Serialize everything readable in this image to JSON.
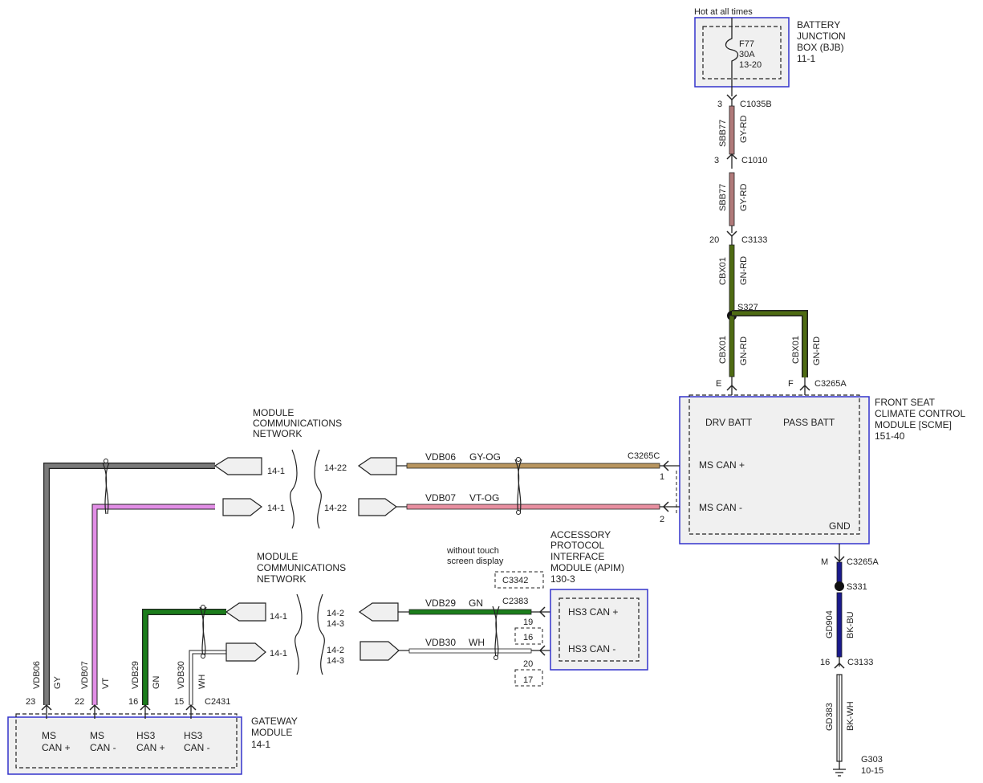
{
  "battery_junction_box": {
    "hot_label": "Hot at all times",
    "title_lines": [
      "BATTERY",
      "JUNCTION",
      "BOX (BJB)",
      "11-1"
    ],
    "fuse_lines": [
      "F77",
      "30A",
      "13-20"
    ]
  },
  "feed_circuit": {
    "c1035b_pin": "3",
    "c1035b": "C1035B",
    "c1010_pin": "3",
    "c1010": "C1010",
    "c3133_pin": "20",
    "c3133": "C3133",
    "circuit": "SBB77",
    "circuit_color": "GY-RD",
    "cbx_circuit": "CBX01",
    "cbx_color": "GN-RD",
    "splice": "S327"
  },
  "scme": {
    "title_lines": [
      "FRONT SEAT",
      "CLIMATE CONTROL",
      "MODULE [SCME]",
      "151-40"
    ],
    "pin_e": "E",
    "pin_f": "F",
    "connector_top": "C3265A",
    "drv_batt": "DRV BATT",
    "pass_batt": "PASS BATT",
    "ms_can_plus": "MS CAN +",
    "ms_can_minus": "MS CAN -",
    "gnd": "GND",
    "connector_can": "C3265C",
    "pin_1": "1",
    "pin_2": "2"
  },
  "ground_circuit": {
    "pin_m": "M",
    "connector": "C3265A",
    "splice": "S331",
    "circuit_1": "GD904",
    "color_1": "BK-BU",
    "c3133_pin": "16",
    "c3133": "C3133",
    "circuit_2": "GD383",
    "color_2": "BK-WH",
    "ground_lines": [
      "G303",
      "10-15"
    ]
  },
  "mcn_top": {
    "title_lines": [
      "MODULE",
      "COMMUNICATIONS",
      "NETWORK"
    ],
    "left_ref_1": "14-1",
    "left_ref_2": "14-1",
    "right_ref_1": "14-22",
    "right_ref_2": "14-22",
    "wire_1_circuit": "VDB06",
    "wire_1_color": "GY-OG",
    "wire_2_circuit": "VDB07",
    "wire_2_color": "VT-OG"
  },
  "mcn_bottom": {
    "title_lines": [
      "MODULE",
      "COMMUNICATIONS",
      "NETWORK"
    ],
    "left_ref_1": "14-1",
    "left_ref_2": "14-1",
    "right_ref_1a": "14-2",
    "right_ref_1b": "14-3",
    "right_ref_2a": "14-2",
    "right_ref_2b": "14-3",
    "wire_1_circuit": "VDB29",
    "wire_1_color": "GN",
    "wire_2_circuit": "VDB30",
    "wire_2_color": "WH"
  },
  "apim": {
    "note_lines": [
      "without touch",
      "screen display"
    ],
    "alt_connector": "C3342",
    "title_lines": [
      "ACCESSORY",
      "PROTOCOL",
      "INTERFACE",
      "MODULE (APIM)",
      "130-3"
    ],
    "connector": "C2383",
    "pin_19": "19",
    "pin_16": "16",
    "pin_20": "20",
    "pin_17": "17",
    "hs3_can_plus": "HS3 CAN +",
    "hs3_can_minus": "HS3 CAN -"
  },
  "gateway": {
    "title_lines": [
      "GATEWAY",
      "MODULE",
      "14-1"
    ],
    "connector": "C2431",
    "pins": [
      {
        "num": "23",
        "circuit": "VDB06",
        "color": "GY",
        "label_1": "MS",
        "label_2": "CAN +"
      },
      {
        "num": "22",
        "circuit": "VDB07",
        "color": "VT",
        "label_1": "MS",
        "label_2": "CAN -"
      },
      {
        "num": "16",
        "circuit": "VDB29",
        "color": "GN",
        "label_1": "HS3",
        "label_2": "CAN +"
      },
      {
        "num": "15",
        "circuit": "VDB30",
        "color": "WH",
        "label_1": "HS3",
        "label_2": "CAN -"
      }
    ]
  },
  "colors": {
    "wire_gy_rd": "#b07a7a",
    "wire_gn_rd": "#4e6b12",
    "wire_gy_og": "#b8955f",
    "wire_vt_og": "#e88fa0",
    "wire_gy": "#7a7a7a",
    "wire_vt": "#e28ee6",
    "wire_gn": "#1b7d1b",
    "wire_bk_bu": "#1a1a8c",
    "module_border": "#3333cc",
    "module_fill": "#f0f0f0"
  }
}
